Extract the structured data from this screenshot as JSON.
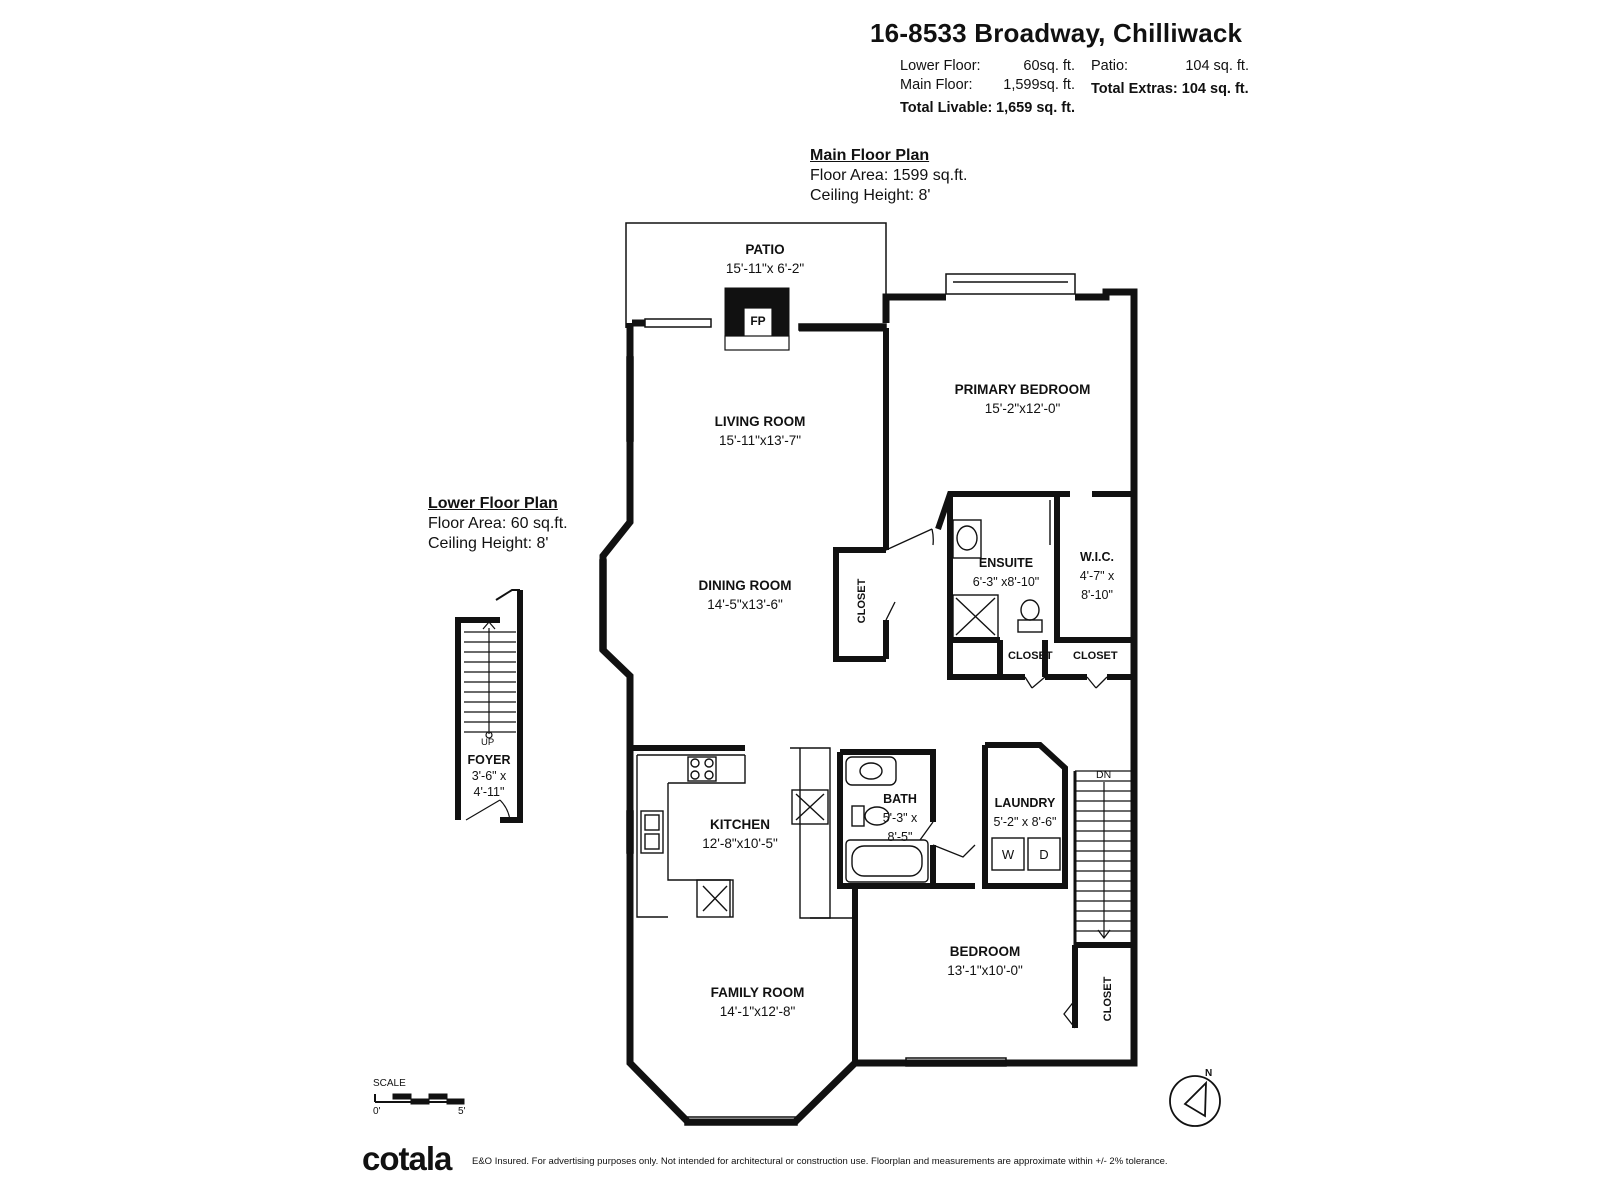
{
  "header": {
    "address": "16-8533 Broadway, Chilliwack",
    "lower_floor_label": "Lower Floor:",
    "lower_floor_value": "60sq. ft.",
    "main_floor_label": "Main Floor:",
    "main_floor_value": "1,599sq. ft.",
    "total_livable_label": "Total Livable:",
    "total_livable_value": "1,659 sq. ft.",
    "patio_label": "Patio:",
    "patio_value": "104 sq. ft.",
    "total_extras": "Total Extras: 104 sq. ft."
  },
  "main_floor": {
    "title": "Main Floor Plan",
    "area": "Floor Area: 1599 sq.ft.",
    "ceiling": "Ceiling Height: 8'"
  },
  "lower_floor": {
    "title": "Lower Floor Plan",
    "area": "Floor Area: 60 sq.ft.",
    "ceiling": "Ceiling Height: 8'"
  },
  "rooms": {
    "patio": {
      "name": "PATIO",
      "dims": "15'-11\"x 6'-2\""
    },
    "fp": "FP",
    "living": {
      "name": "LIVING ROOM",
      "dims": "15'-11\"x13'-7\""
    },
    "dining": {
      "name": "DINING ROOM",
      "dims": "14'-5\"x13'-6\""
    },
    "primary": {
      "name": "PRIMARY BEDROOM",
      "dims": "15'-2\"x12'-0\""
    },
    "ensuite": {
      "name": "ENSUITE",
      "dims": "6'-3\" x8'-10\""
    },
    "wic": {
      "name": "W.I.C.",
      "dims1": "4'-7\" x",
      "dims2": "8'-10\""
    },
    "closet_hall": "CLOSET",
    "closet_a": "CLOSET",
    "closet_b": "CLOSET",
    "closet_bed": "CLOSET",
    "kitchen": {
      "name": "KITCHEN",
      "dims": "12'-8\"x10'-5\""
    },
    "bath": {
      "name": "BATH",
      "dims1": "5'-3\" x",
      "dims2": "8'-5\""
    },
    "laundry": {
      "name": "LAUNDRY",
      "dims": "5'-2\" x 8'-6\""
    },
    "washer": "W",
    "dryer": "D",
    "dn": "DN",
    "bedroom": {
      "name": "BEDROOM",
      "dims": "13'-1\"x10'-0\""
    },
    "family": {
      "name": "FAMILY ROOM",
      "dims": "14'-1\"x12'-8\""
    },
    "foyer": {
      "name": "FOYER",
      "dims1": "3'-6\" x",
      "dims2": "4'-11\""
    },
    "up": "UP"
  },
  "scale": {
    "label": "SCALE",
    "min": "0'",
    "max": "5'"
  },
  "compass": "N",
  "footer": {
    "logo": "cotala",
    "disclaimer": "E&O Insured. For advertising purposes only. Not intended for architectural or construction use. Floorplan and measurements are approximate within +/- 2% tolerance."
  }
}
